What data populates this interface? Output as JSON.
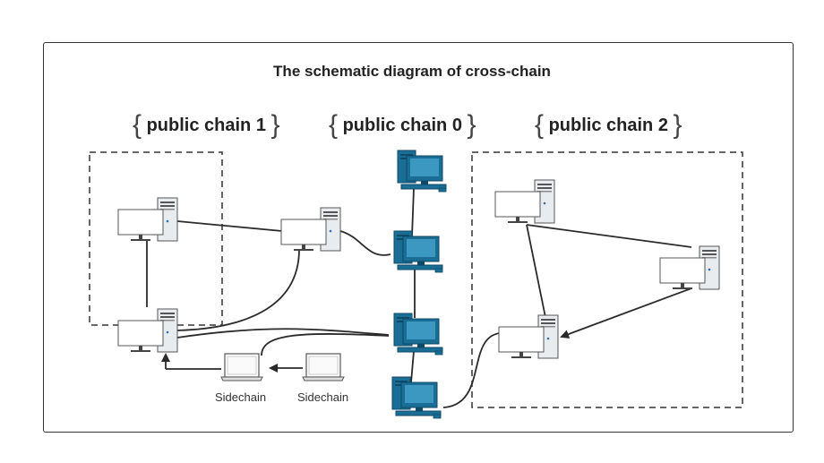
{
  "title": "The schematic diagram of cross-chain",
  "chains": [
    {
      "open": "{",
      "name": "public chain 1",
      "close": "}"
    },
    {
      "open": "{",
      "name": "public chain 0",
      "close": "}"
    },
    {
      "open": "{",
      "name": "public chain 2",
      "close": "}"
    }
  ],
  "sidechains": [
    {
      "label": "Sidechain"
    },
    {
      "label": "Sidechain"
    }
  ],
  "colors": {
    "border": "#333333",
    "line": "#2a2a2a",
    "node_blue": "#1a6e96",
    "node_blue_light": "#3c98c0",
    "tower": "#e9ecef"
  }
}
